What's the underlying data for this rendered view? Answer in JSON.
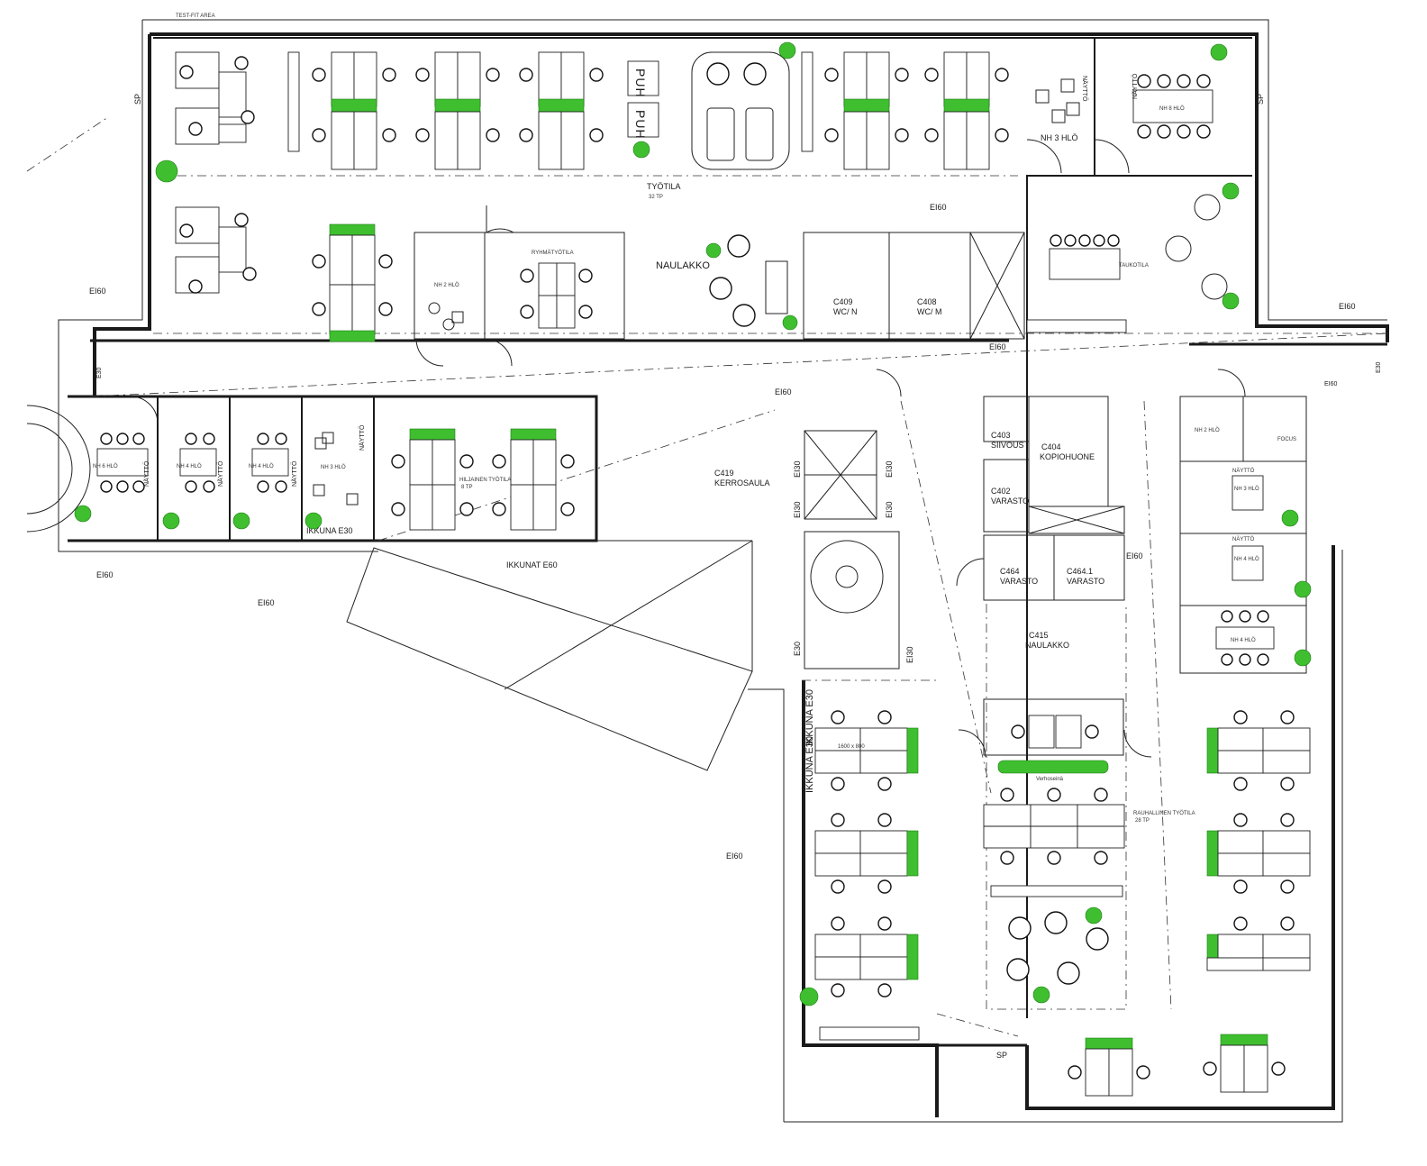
{
  "header": {
    "area_label": "TEST-FIT AREA"
  },
  "legend_colors": {
    "plant": "#3fbf2f",
    "wall": "#1a1a1a",
    "background": "#ffffff"
  },
  "rooms": {
    "tyotila": {
      "name": "TYÖTILA",
      "sub": "32 TP"
    },
    "ryhmatyotila": "RYHMÄTYÖTILA",
    "naulakko": "NAULAKKO",
    "nh2": "NH 2 HLÖ",
    "c409": {
      "code": "C409",
      "name": "WC/ N"
    },
    "c408": {
      "code": "C408",
      "name": "WC/ M"
    },
    "nh3_top": "NH 3 HLÖ",
    "nh8": "NH 8 HLÖ",
    "taukotila": "TAUKOTILA",
    "nh6": "NH 6 HLÖ",
    "nh4_a": "NH 4 HLÖ",
    "nh4_b": "NH 4 HLÖ",
    "nh3_left": "NH 3 HLÖ",
    "hiljainen": {
      "name": "HILJAINEN TYÖTILA",
      "sub": "8 TP"
    },
    "c419": {
      "code": "C419",
      "name": "KERROSAULA"
    },
    "c403": {
      "code": "C403",
      "name": "SIIVOUS"
    },
    "c404": {
      "code": "C404",
      "name": "KOPIOHUONE"
    },
    "c402": {
      "code": "C402",
      "name": "VARASTO"
    },
    "c464": {
      "code": "C464",
      "name": "VARASTO"
    },
    "c464_1": {
      "code": "C464.1",
      "name": "VARASTO"
    },
    "c415": {
      "code": "C415",
      "name": "NAULAKKO"
    },
    "nh2_right": "NH 2 HLÖ",
    "focus": "FOCUS",
    "nh3_right": "NH 3 HLÖ",
    "nh4_right1": "NH 4 HLÖ",
    "nh4_right2": "NH 4 HLÖ",
    "rauhallinen": {
      "name": "RAUHALLINEN TYÖTILA",
      "sub": "28 TP"
    },
    "verhoseina": "Verhoseinä"
  },
  "markers": {
    "puh": "PUH",
    "naytto": "NÄYTTÖ",
    "sp": "SP",
    "ei60": "EI60",
    "e30": "E30",
    "ei30": "EI30",
    "ikkuna_e30": "IKKUNA E30",
    "ikkunat_e60": "IKKUNAT E60",
    "desk_size": "1600 x 800"
  }
}
